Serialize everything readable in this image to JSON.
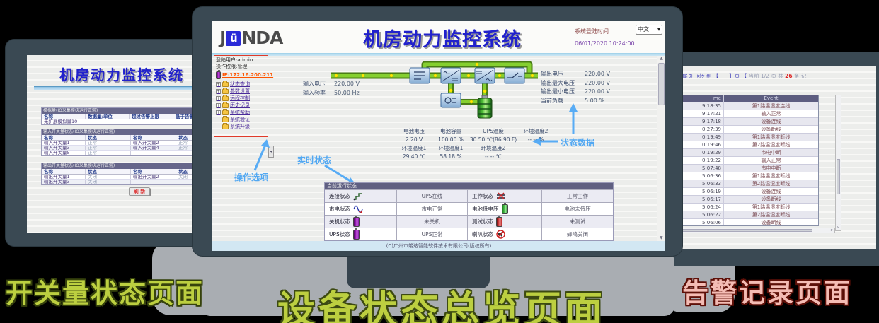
{
  "captions": {
    "left": "开关量状态页面",
    "center": "设备状态总览页面",
    "right": "告警记录页面"
  },
  "colors": {
    "title_blue": "#2121cc",
    "caption_green": "#bccf40",
    "caption_pink": "#f4bcb4",
    "link_orange": "#ff5500",
    "frame": "#3a4953",
    "power_line_green": "#85cf30"
  },
  "left_screen": {
    "title": "机房动力监控系统",
    "analog_table": {
      "bar": "模拟量(IO采集模块运行正常)",
      "cols": [
        "名称",
        "数据量/单位",
        "超过告警上限",
        "低于告警下限"
      ],
      "empty_row": "无扩展模拟量10"
    },
    "input_table": {
      "bar": "输入开关量状态(IO采集模块运行正常)",
      "cols": [
        "名称",
        "状态",
        "名称",
        "状态"
      ],
      "rows": [
        [
          "输入开关量1",
          "正常",
          "输入开关量2",
          "正常"
        ],
        [
          "输入开关量3",
          "正常",
          "输入开关量4",
          "正常"
        ],
        [
          "输入开关量5",
          "正常",
          "",
          ""
        ]
      ]
    },
    "output_table": {
      "bar": "输出开关量状态(IO采集模块运行正常)",
      "cols": [
        "名称",
        "状态",
        "名称",
        "状态"
      ],
      "rows": [
        [
          "输出开关量1",
          "关闭",
          "输出开关量2",
          "关闭"
        ],
        [
          "输出开关量3",
          "关闭",
          "",
          ""
        ]
      ]
    },
    "refresh": "刷 新"
  },
  "center_screen": {
    "logo": {
      "j": "J",
      "u": "ü",
      "nda": "NDA"
    },
    "title": "机房动力监控系统",
    "login_label": "系统登陆时间",
    "login_time": "06/01/2020 10:24:00",
    "lang": "中文",
    "lang_arrow": "▾",
    "sidebar": {
      "user": "登陆用户:admin",
      "perm": "操作权限:管理",
      "ip": "IP:172.16.200.211",
      "menu": [
        "状态查询",
        "参数设置",
        "远程控制",
        "历史记录",
        "系统帮助"
      ],
      "submenu": [
        "系统验证",
        "系统升级"
      ]
    },
    "annotations": {
      "op": "操作选项",
      "rt": "实时状态",
      "sd": "状态数据"
    },
    "input_readings": [
      {
        "label": "输入电压",
        "value": "220.00 V"
      },
      {
        "label": "输入频率",
        "value": "50.00 Hz"
      }
    ],
    "output_readings": [
      {
        "label": "输出电压",
        "value": "220.00 V"
      },
      {
        "label": "输出最大电压",
        "value": "220.00 V"
      },
      {
        "label": "输出最小电压",
        "value": "220.00 V"
      },
      {
        "label": "当前负载",
        "value": "5.00 %"
      }
    ],
    "mid_readings": [
      {
        "h1": "电池电压",
        "v1": "2.20 V",
        "h2": "环境温度1",
        "v2": "29.40 ℃"
      },
      {
        "h1": "电池容量",
        "v1": "100.00 %",
        "h2": "环境湿度1",
        "v2": "58.18 %"
      },
      {
        "h1": "UPS温度",
        "v1": "30.50 ℃(86.90 F)",
        "h2": "环境温度2",
        "v2": "--.-- ℃"
      },
      {
        "h1": "",
        "v1": "",
        "h2": "环境湿度2",
        "v2": "--.-- %"
      }
    ],
    "status_table": {
      "title": "当前运行状态",
      "rows": [
        {
          "l1": "连接状态",
          "v1": "UPS在线",
          "l2": "工作状态",
          "v2": "正常工作"
        },
        {
          "l1": "市电状态",
          "v1": "市电正常",
          "l2": "电池低电压",
          "v2": "电池未低压"
        },
        {
          "l1": "关机状态",
          "v1": "未关机",
          "l2": "测试状态",
          "v2": "未测试"
        },
        {
          "l1": "UPS状态",
          "v1": "UPS正常",
          "l2": "喇叭状态",
          "v2": "蜂鸣关闭"
        }
      ]
    },
    "footer": "(C)广州市竣达智能软件技术有限公司(版权所有)"
  },
  "right_screen": {
    "pagination": {
      "last": "➜尾页",
      "goto": "➜转 到 【",
      "blank": "　　",
      "close": "】页 【",
      "info": "当前 1/2 页 共",
      "count": "26",
      "tail": "条 记"
    },
    "table": {
      "time_header": "me",
      "event_header": "Event",
      "rows": [
        [
          "9:18:35",
          "第1路温湿度连线"
        ],
        [
          "9:17:21",
          "输入正常"
        ],
        [
          "9:17:18",
          "设备连线"
        ],
        [
          "0:27:39",
          "设备断线"
        ],
        [
          "0:19:49",
          "第1路温湿度断线"
        ],
        [
          "0:19:46",
          "第2路温湿度断线"
        ],
        [
          "0:19:29",
          "市电中断"
        ],
        [
          "0:19:22",
          "输入正常"
        ],
        [
          "5:07:48",
          "市电中断"
        ],
        [
          "5:06:36",
          "第1路温湿度断线"
        ],
        [
          "5:06:33",
          "第2路温湿度断线"
        ],
        [
          "5:06:19",
          "设备连线"
        ],
        [
          "5:06:17",
          "设备断线"
        ],
        [
          "5:06:24",
          "第1路温湿度断线"
        ],
        [
          "5:06:22",
          "第2路温湿度断线"
        ],
        [
          "5:06:06",
          "设备断线"
        ]
      ]
    }
  }
}
